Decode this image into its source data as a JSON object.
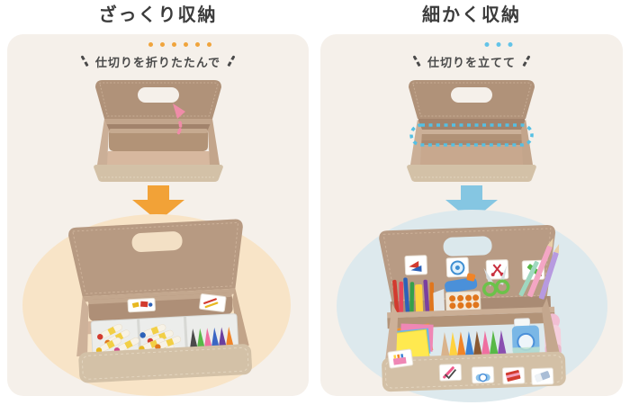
{
  "page": {
    "background": "#ffffff"
  },
  "colors": {
    "panel_bg": "#f5f0ea",
    "title_text": "#3b3b3b",
    "callout_text": "#4a4a4a",
    "accent_dot_orange": "#f0a43c",
    "accent_dot_blue": "#63c3e8",
    "arrow_orange": "#f2a237",
    "arrow_blue": "#85c6e2",
    "divider_highlight_blue": "#54c0e4",
    "fold_arrow_pink": "#ef8ca8",
    "ellipse_peach": "#f8e4c7",
    "ellipse_blue": "#dde9ed",
    "box_tan": "#b79a82",
    "box_beige": "#d3c1a7"
  },
  "left": {
    "title": "ざっくり収納",
    "callout": "仕切りを折りたたんで",
    "accent_dots": 6,
    "top_photo": "open storage box with divider folded flat, pink arrow showing fold direction",
    "bottom_photo": "box as one wide space holding a white tray of wrapped crayons and triangle crayons",
    "labels": [
      "crayons-label",
      "crayons-label-2"
    ]
  },
  "right": {
    "title": "細かく収納",
    "callout": "仕切りを立てて",
    "accent_dots": 3,
    "top_photo": "open storage box with divider standing up, marked by blue dashed outline",
    "bottom_photo": "box split into two rows packed with markers, toys, scissors, pencils, origami, crayons, tape and glue",
    "back_labels": [
      "origami-label",
      "toy-label",
      "scissors-label",
      "pencil-label"
    ],
    "front_labels": [
      "crayon-box-label",
      "pencil-label",
      "tape-label",
      "notebook-label",
      "eraser-label"
    ]
  }
}
